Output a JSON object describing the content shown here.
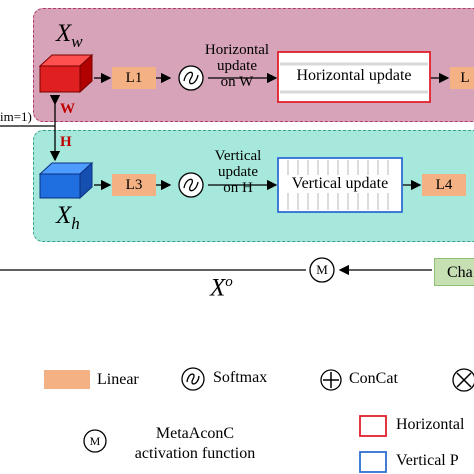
{
  "top": {
    "input_label": "X",
    "input_sub": "w",
    "l1": "L1",
    "update_label": [
      "Horizontal",
      "update",
      "on W"
    ],
    "update_box": "Horizontal update",
    "l2_partial": "L"
  },
  "side": {
    "dim_partial": "im=1)",
    "w": "W",
    "h": "H"
  },
  "bottom_panel": {
    "input_label": "X",
    "input_sub": "h",
    "l3": "L3",
    "update_label": [
      "Vertical",
      "update",
      "on H"
    ],
    "update_box": "Vertical update",
    "l4": "L4"
  },
  "output": {
    "label": "X",
    "sup": "o",
    "op_symbol": "M",
    "concat_partial": "Cha"
  },
  "legend": {
    "linear": "Linear",
    "softmax": "Softmax",
    "concat": "ConCat",
    "metaaconc_line1": "MetaAconC",
    "metaaconc_line2": "activation function",
    "horizontal_partial": "Horizontal",
    "vertical_partial": "Vertical P"
  },
  "colors": {
    "top_panel": "#d6a3b8",
    "bottom_panel": "#a6e8dc",
    "linear": "#f4b183",
    "concat_box": "#c6e0b4",
    "red_cube": "#e02020",
    "blue_cube": "#1f6fe0",
    "horizontal_frame": "#e0202c",
    "vertical_frame": "#2f6fd0",
    "w_label": "#c00000",
    "h_label": "#c00000"
  }
}
